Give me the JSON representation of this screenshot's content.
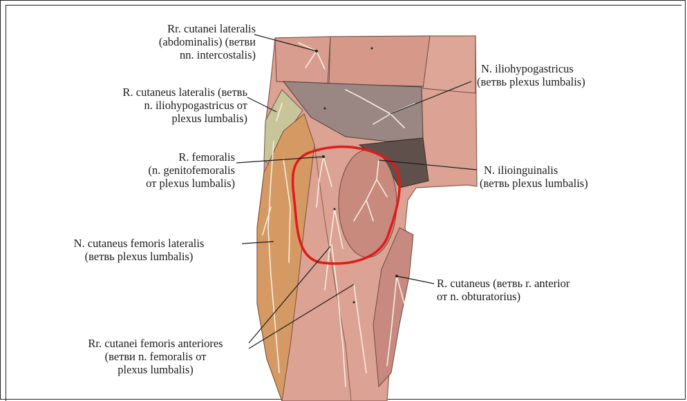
{
  "labels": {
    "rr_cutanei_lateralis": [
      "Rr. cutanei lateralis",
      "(abdominalis) (ветви",
      "nn. intercostalis)"
    ],
    "r_cutaneus_lateralis": [
      "R. cutaneus lateralis (ветвь",
      "n. iliohypogastricus от",
      "plexus lumbalis)"
    ],
    "r_femoralis": [
      "R. femoralis",
      "(n. genitofemoralis",
      "от plexus lumbalis)"
    ],
    "n_cutaneus_femoris_lateralis": [
      "N. cutaneus femoris lateralis",
      "(ветвь plexus lumbalis)"
    ],
    "rr_cutanei_femoris_anteriores": [
      "Rr. cutanei femoris anteriores",
      "(ветви n. femoralis от",
      "plexus lumbalis)"
    ],
    "n_iliohypogastricus": [
      "N. iliohypogastricus",
      "(ветвь plexus lumbalis)"
    ],
    "n_ilioinguinalis": [
      "N. ilioinguinalis",
      "(ветвь plexus lumbalis)"
    ],
    "r_cutaneus_obturatorius": [
      "R. cutaneus (ветвь r. anterior",
      "от n. obturatorius)"
    ]
  },
  "colors": {
    "skin": "#dca294",
    "skin_dark": "#c98a7e",
    "orange_zone": "#d59a64",
    "grey_zone": "#9a8682",
    "green_zone": "#c9c59a",
    "nerve": "#f4efe2",
    "highlight_circle": "#e01a1a",
    "leader_line": "#1a1a1a"
  }
}
